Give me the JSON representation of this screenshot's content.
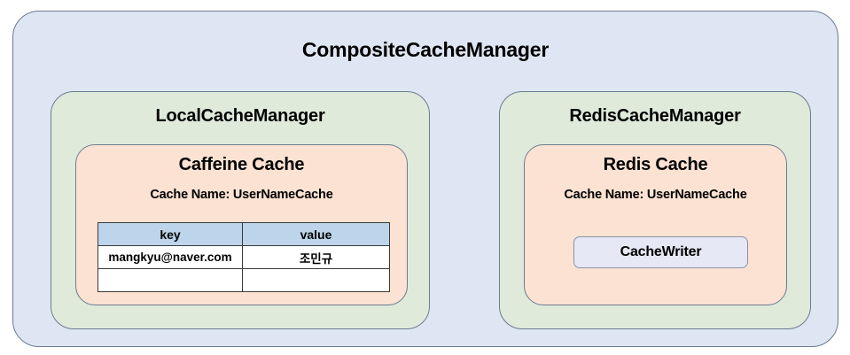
{
  "diagram": {
    "outer": {
      "label": "CompositeCacheManager",
      "fill": "#dde6f2",
      "stroke": "#6c7b90"
    },
    "managers": [
      {
        "name": "local-cache-manager",
        "label": "LocalCacheManager",
        "fill": "#dfeada",
        "cache": {
          "name": "caffeine-cache",
          "title": "Caffeine Cache",
          "subtitle": "Cache Name: UserNameCache",
          "fill": "#fbe2d2",
          "table": {
            "headers": [
              "key",
              "value"
            ],
            "header_fill": "#bcd5ea",
            "rows": [
              [
                "mangkyu@naver.com",
                "조민규"
              ],
              [
                "",
                ""
              ]
            ]
          }
        }
      },
      {
        "name": "redis-cache-manager",
        "label": "RedisCacheManager",
        "fill": "#dfeada",
        "cache": {
          "name": "redis-cache",
          "title": "Redis Cache",
          "subtitle": "Cache Name: UserNameCache",
          "fill": "#fbe2d2",
          "writer": {
            "label": "CacheWriter",
            "fill": "#e6e9f5"
          }
        }
      }
    ]
  }
}
